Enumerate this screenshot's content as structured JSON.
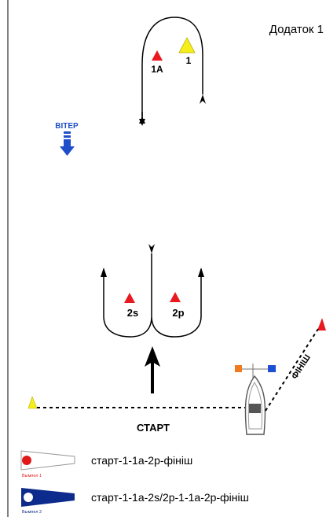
{
  "header": {
    "appendix": "Додаток 1"
  },
  "wind": {
    "label": "ВІТЕР"
  },
  "marks": {
    "mark_1": "1",
    "mark_1a": "1А",
    "mark_2s": "2s",
    "mark_2p": "2p"
  },
  "start_line": {
    "label": "СТАРТ"
  },
  "finish_line": {
    "label": "ФІНІШ"
  },
  "legend": {
    "items": [
      {
        "flag_caption": "Вымпел 1",
        "route": "старт-1-1а-2р-фініш"
      },
      {
        "flag_caption": "Вымпел 2",
        "route": "старт-1-1а-2s/2р-1-1а-2р-фініш"
      }
    ]
  },
  "colors": {
    "mark_red": "#e8191f",
    "mark_yellow": "#f5ee1b",
    "wind_blue": "#1f4ec9",
    "flag_blue": "#0d2b8c",
    "flag_red": "#e01a1a",
    "boat_orange": "#f07a1e",
    "boat_blue": "#1d4fd6"
  }
}
